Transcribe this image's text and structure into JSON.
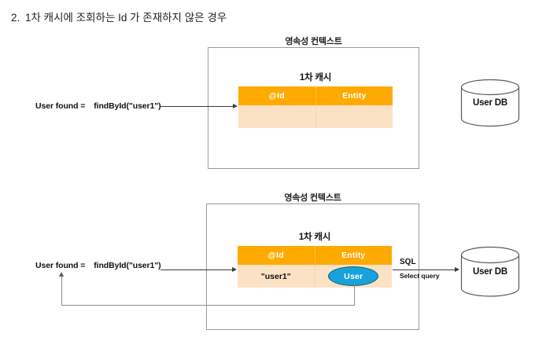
{
  "heading": {
    "number": "2.",
    "text": "1차 캐시에 조회하는 Id 가 존재하지 않은 경우"
  },
  "labels": {
    "persistence_context": "영속성 컨텍스트",
    "first_level_cache": "1차 캐시",
    "col_id": "@Id",
    "col_entity": "Entity",
    "db_name": "User DB",
    "sql_top": "SQL",
    "sql_bottom": "Select query"
  },
  "call": {
    "assignment": "User found =",
    "expression": "findById(\"user1\")"
  },
  "diagrams": [
    {
      "name": "cache-miss-lookup",
      "title": "영속성 컨텍스트",
      "cache_title": "1차 캐시",
      "headers": [
        "@Id",
        "Entity"
      ],
      "row": {
        "id": "",
        "entity": ""
      },
      "has_entity_bubble": false,
      "has_sql_arrow": false,
      "has_return_path": false
    },
    {
      "name": "cache-miss-db-load",
      "title": "영속성 컨텍스트",
      "cache_title": "1차 캐시",
      "headers": [
        "@Id",
        "Entity"
      ],
      "row": {
        "id": "\"user1\"",
        "entity": "User"
      },
      "has_entity_bubble": true,
      "has_sql_arrow": true,
      "has_return_path": true
    }
  ],
  "colors": {
    "header_orange": "#FFAA00",
    "row_peach": "#FCE2C4",
    "entity_blue": "#17A2DC",
    "box_border": "#9A9A9A",
    "connector": "#3A3A3A"
  }
}
